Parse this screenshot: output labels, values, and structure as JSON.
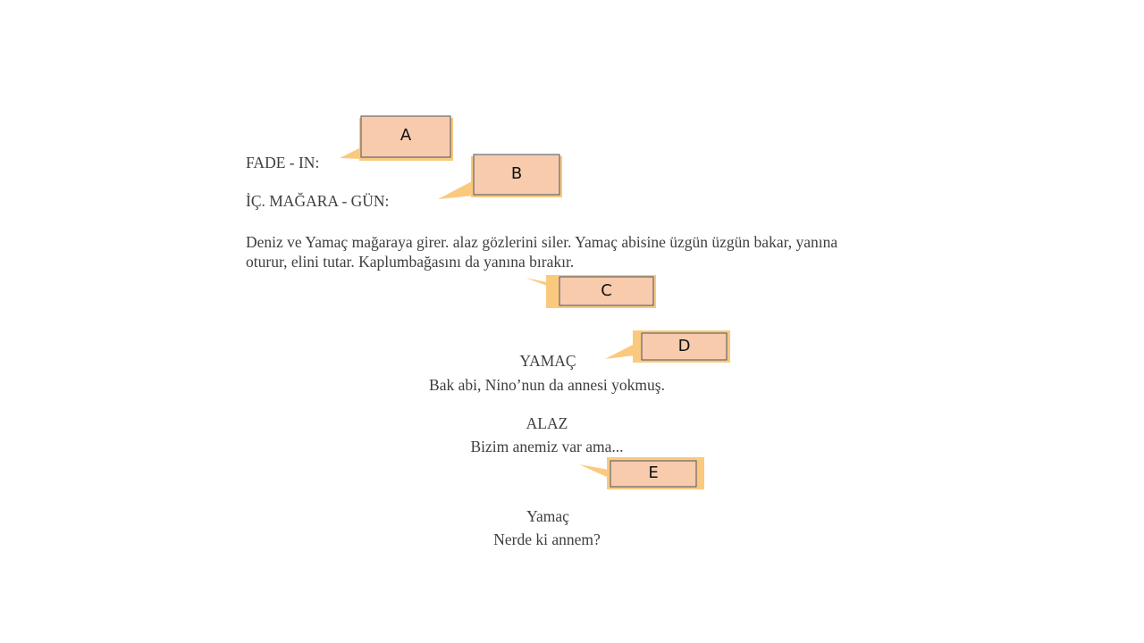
{
  "script": {
    "transition": "FADE - IN:",
    "scene_heading": "İÇ. MAĞARA - GÜN:",
    "action_line1": "Deniz ve Yamaç mağaraya girer. alaz gözlerini siler. Yamaç abisine üzgün üzgün bakar, yanına",
    "action_line2": "oturur, elini tutar. Kaplumbağasını da yanına bırakır.",
    "dialogues": [
      {
        "character": "YAMAÇ",
        "line": "Bak abi, Nino’nun da annesi yokmuş."
      },
      {
        "character": "ALAZ",
        "line": "Bizim anemiz var ama..."
      },
      {
        "character": "Yamaç",
        "line": "Nerde ki annem?"
      }
    ]
  },
  "callouts": [
    "A",
    "B",
    "C",
    "D",
    "E"
  ],
  "colors": {
    "callout_fill": "#f8cbad",
    "callout_shadow": "#fbc97e",
    "callout_border": "#44546a"
  }
}
